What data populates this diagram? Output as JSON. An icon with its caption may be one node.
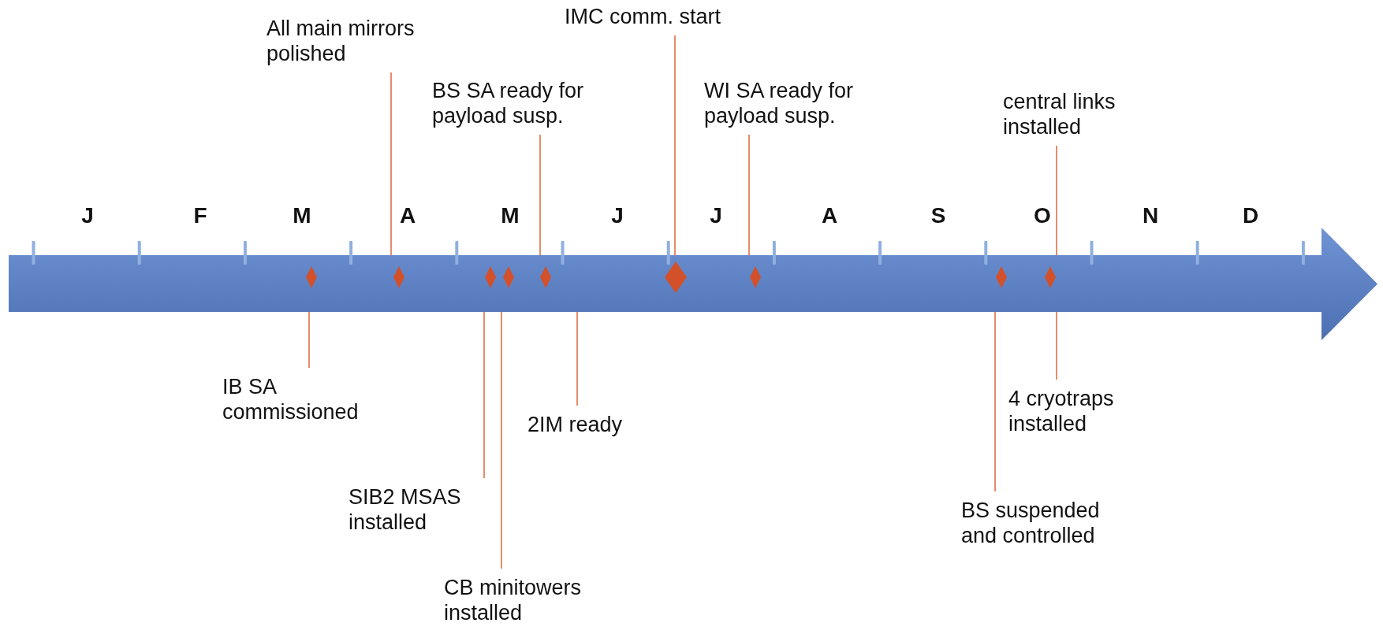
{
  "diagram": {
    "nodes": [
      {
        "text": [
          "All main mirrors polished"
        ]
      },
      {
        "text": [
          "BS SA ready for payload susp."
        ]
      },
      {
        "text": [
          "IMC comm. start"
        ]
      },
      {
        "text": [
          "WI SA ready for payload susp."
        ]
      },
      {
        "text": [
          "central links installed"
        ]
      },
      {
        "text": [
          "IB SA commissioned"
        ]
      },
      {
        "text": [
          "SIB2 MSAS installed"
        ]
      },
      {
        "text": [
          "CB minitowers installed"
        ]
      },
      {
        "text": [
          "2IM ready"
        ]
      },
      {
        "text": [
          "BS suspended and controlled"
        ]
      },
      {
        "text": [
          "4 cryotraps installed"
        ]
      },
      {
        "text": [],
        "shape": "bar"
      }
    ],
    "edges": [
      {
        "from": 0,
        "to": 11,
        "arrow": "none"
      },
      {
        "from": 1,
        "to": 11,
        "arrow": "none"
      },
      {
        "from": 2,
        "to": 11,
        "arrow": "none"
      },
      {
        "from": 3,
        "to": 11,
        "arrow": "none"
      },
      {
        "from": 4,
        "to": 11,
        "arrow": "none"
      },
      {
        "from": 5,
        "to": 11,
        "arrow": "none"
      },
      {
        "from": 6,
        "to": 11,
        "arrow": "none"
      },
      {
        "from": 7,
        "to": 11,
        "arrow": "none"
      },
      {
        "from": 8,
        "to": 11,
        "arrow": "none"
      },
      {
        "from": 9,
        "to": 11,
        "arrow": "none"
      },
      {
        "from": 10,
        "to": 11,
        "arrow": "none"
      }
    ],
    "labels": [
      "J",
      "F",
      "M",
      "A",
      "M",
      "J",
      "J",
      "A",
      "S",
      "O",
      "N",
      "D"
    ]
  }
}
